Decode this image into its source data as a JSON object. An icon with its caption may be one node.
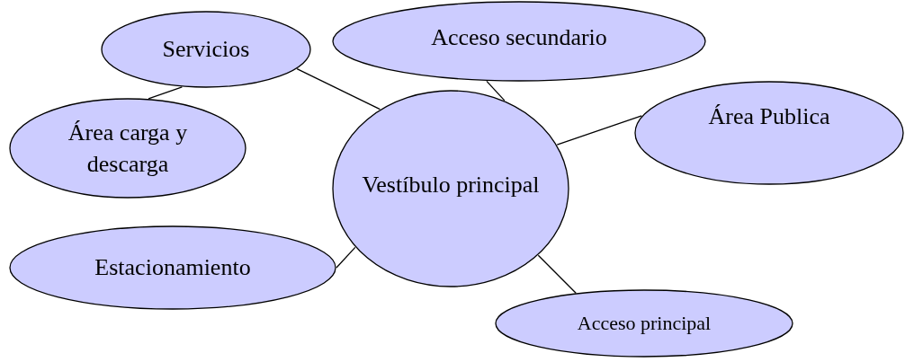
{
  "diagram": {
    "nodes": [
      {
        "text": [
          "Servicios"
        ]
      },
      {
        "text": [
          "Acceso secundario"
        ]
      },
      {
        "text": [
          "Área Publica"
        ]
      },
      {
        "text": [
          "Área carga y descarga"
        ]
      },
      {
        "text": [
          "Vestíbulo principal"
        ]
      },
      {
        "text": [
          "Estacionamiento"
        ]
      },
      {
        "text": [
          "Acceso principal"
        ]
      }
    ],
    "edges": [
      {
        "from": 0,
        "to": 4,
        "arrow": "none"
      },
      {
        "from": 1,
        "to": 4,
        "arrow": "none"
      },
      {
        "from": 2,
        "to": 4,
        "arrow": "none"
      },
      {
        "from": 0,
        "to": 3,
        "arrow": "none"
      },
      {
        "from": 5,
        "to": 4,
        "arrow": "none"
      },
      {
        "from": 4,
        "to": 6,
        "arrow": "none"
      }
    ]
  }
}
